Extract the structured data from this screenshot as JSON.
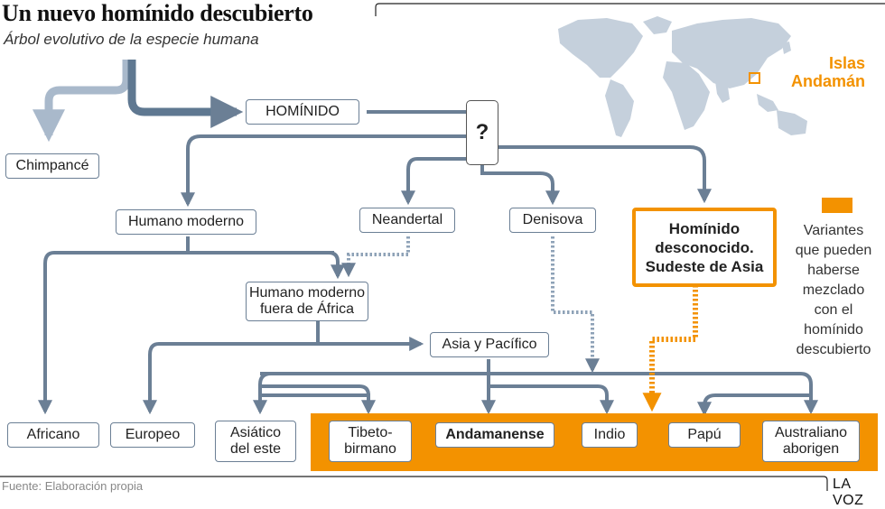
{
  "header": {
    "title": "Un nuevo homínido descubierto",
    "subtitle": "Árbol evolutivo de la especie humana"
  },
  "map": {
    "islands_label_line1": "Islas",
    "islands_label_line2": "Andamán"
  },
  "nodes": {
    "hominido": "HOMÍNIDO",
    "question": "?",
    "chimpance": "Chimpancé",
    "humano_moderno": "Humano moderno",
    "neandertal": "Neandertal",
    "denisova": "Denisova",
    "desconocido_line1": "Homínido",
    "desconocido_line2": "desconocido.",
    "desconocido_line3": "Sudeste de Asia",
    "fuera_africa_line1": "Humano moderno",
    "fuera_africa_line2": "fuera de África",
    "asia_pacifico": "Asia y Pacífico",
    "africano": "Africano",
    "europeo": "Europeo",
    "asiatico_line1": "Asiático",
    "asiatico_line2": "del este",
    "tibeto_line1": "Tibeto-",
    "tibeto_line2": "birmano",
    "andamanense": "Andamanense",
    "indio": "Indio",
    "papu": "Papú",
    "australiano_line1": "Australiano",
    "australiano_line2": "aborigen"
  },
  "legend": {
    "line1": "Variantes",
    "line2": "que pueden",
    "line3": "haberse",
    "line4": "mezclado",
    "line5": "con el",
    "line6": "homínido",
    "line7": "descubierto"
  },
  "footer": {
    "source": "Fuente: Elaboración propia",
    "brand": "LA VOZ"
  },
  "colors": {
    "line": "#6b7f95",
    "line_light": "#a9b9cb",
    "accent": "#f39200",
    "map": "#c5d0dc"
  }
}
